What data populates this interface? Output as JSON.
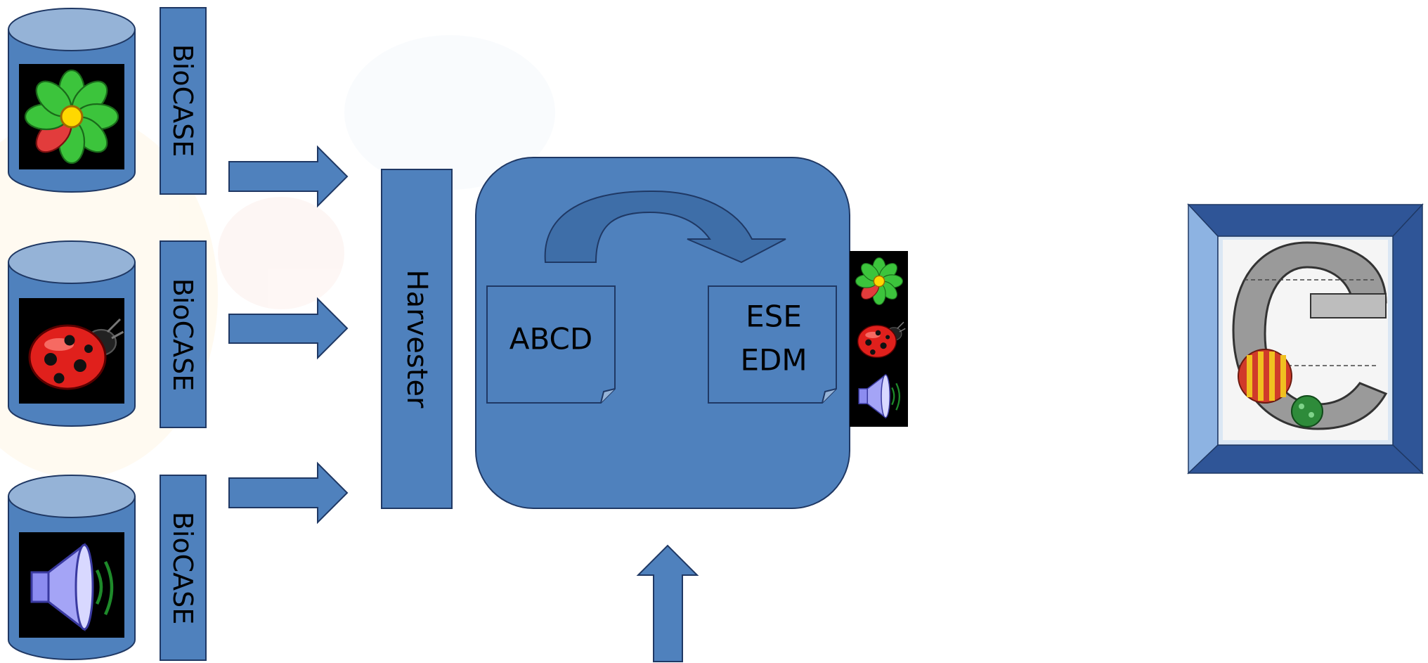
{
  "sources": [
    {
      "label": "BioCASE",
      "icon": "flower-icon"
    },
    {
      "label": "BioCASE",
      "icon": "ladybug-icon"
    },
    {
      "label": "BioCASE",
      "icon": "speaker-icon"
    }
  ],
  "harvester": {
    "label": "Harvester"
  },
  "transform": {
    "source_doc": "ABCD",
    "target_doc_line1": "ESE",
    "target_doc_line2": "EDM"
  },
  "output_icons": [
    "flower-icon",
    "ladybug-icon",
    "speaker-icon"
  ],
  "portal": {
    "icon": "europeana-logo"
  },
  "colors": {
    "box_fill": "#4f81bd",
    "box_stroke": "#1f3864",
    "cylinder_top": "#95b3d7",
    "frame_light": "#8db3e2",
    "frame_dark": "#2f5597"
  }
}
